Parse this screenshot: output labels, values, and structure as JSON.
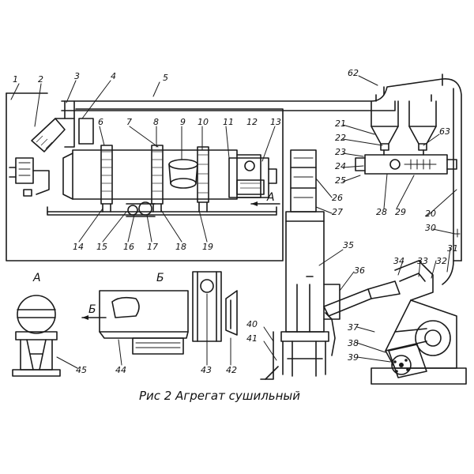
{
  "caption": "Рис 2 Агрегат сушильный",
  "view_labels": {
    "view_a": "А",
    "view_b": "Б",
    "arrow_a": "А",
    "arrow_b": "Б"
  },
  "callouts": [
    "1",
    "2",
    "3",
    "4",
    "5",
    "6",
    "7",
    "8",
    "9",
    "10",
    "11",
    "12",
    "13",
    "62",
    "21",
    "22",
    "23",
    "24",
    "25",
    "63",
    "26",
    "27",
    "28",
    "29",
    "20",
    "30",
    "31",
    "32",
    "33",
    "34",
    "35",
    "36",
    "37",
    "38",
    "39",
    "40",
    "41",
    "42",
    "43",
    "44",
    "45",
    "14",
    "15",
    "16",
    "17",
    "18",
    "19"
  ],
  "colors": {
    "ink": "#1a1a1a",
    "paper": "#ffffff"
  }
}
